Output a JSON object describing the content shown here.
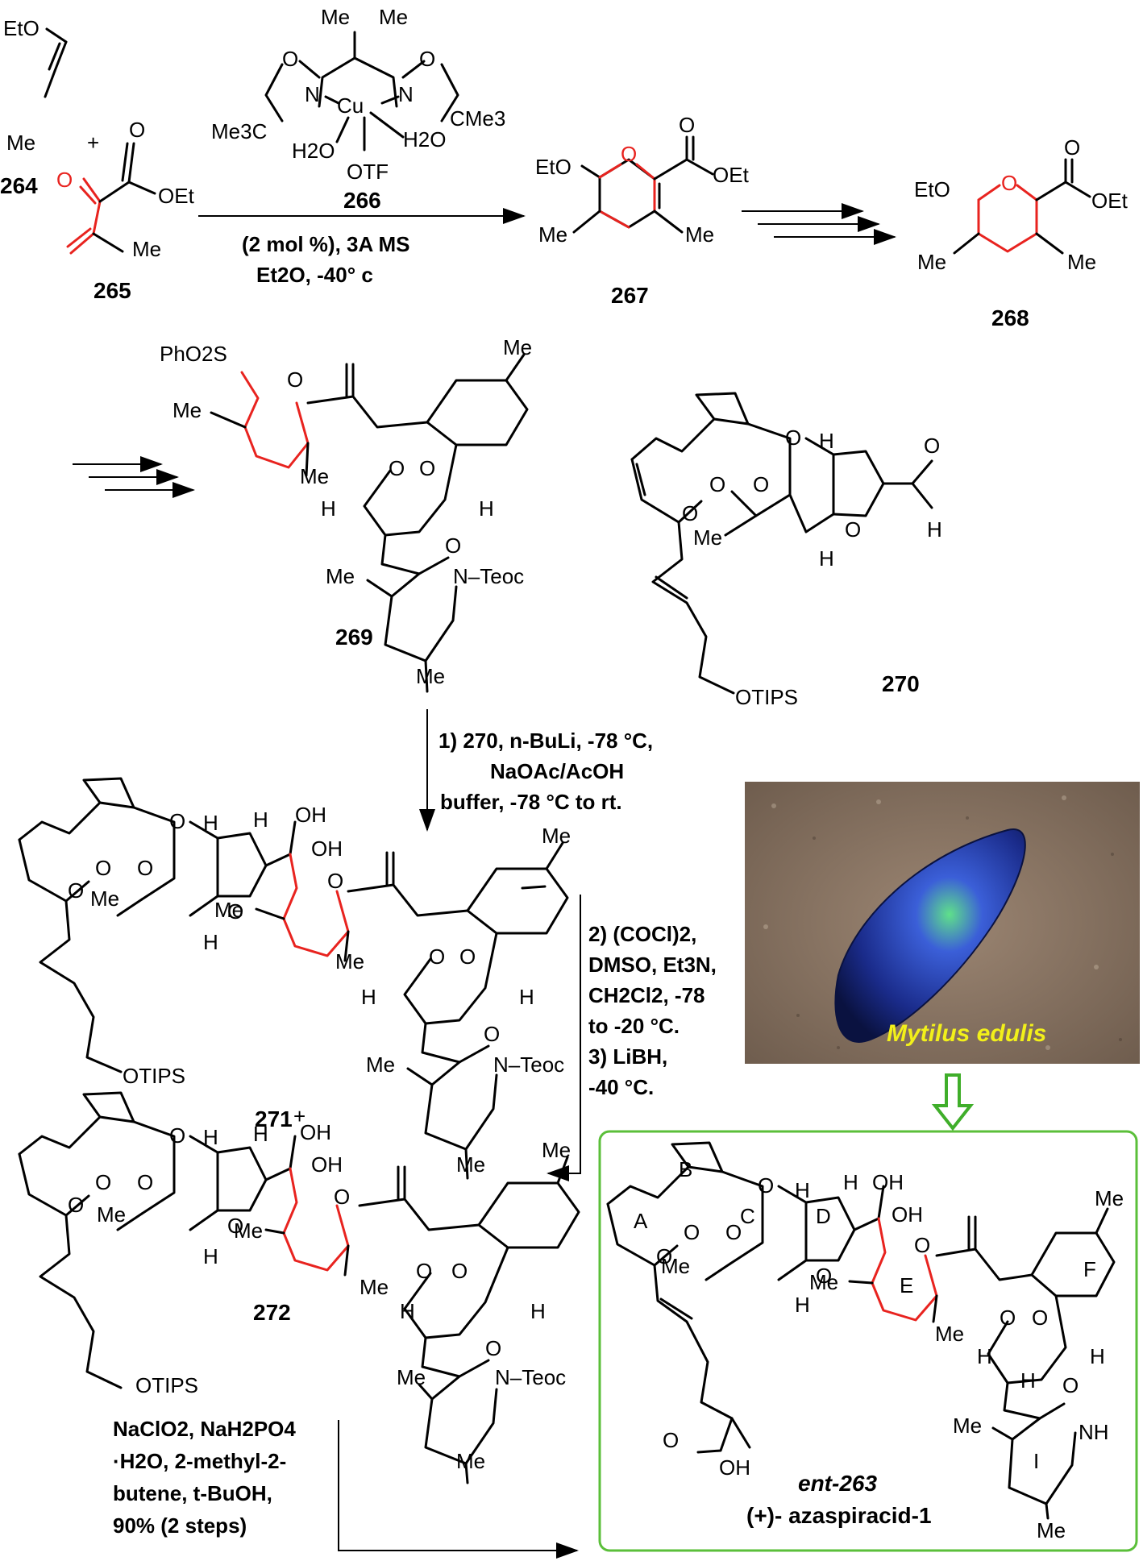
{
  "compounds": {
    "c264": {
      "number": "264",
      "label_eto": "EtO",
      "label_me": "Me"
    },
    "c265": {
      "number": "265",
      "label_o1": "O",
      "label_o2": "O",
      "label_oet": "OEt",
      "label_me": "Me"
    },
    "c266": {
      "number": "266",
      "me1": "Me",
      "me2": "Me",
      "o1": "O",
      "o2": "O",
      "n1": "N",
      "n2": "N",
      "cu": "Cu",
      "me3c": "Me3C",
      "cme3": "CMe3",
      "h2o1": "H2O",
      "h2o2": "H2O",
      "otf": "OTF"
    },
    "c267": {
      "number": "267",
      "eto": "EtO",
      "o_ring": "O",
      "o_carbonyl": "O",
      "oet": "OEt",
      "me1": "Me",
      "me2": "Me"
    },
    "c268": {
      "number": "268",
      "eto": "EtO",
      "o_ring": "O",
      "o_carbonyl": "O",
      "oet": "OEt",
      "me1": "Me",
      "me2": "Me"
    },
    "c269": {
      "number": "269",
      "pho2s": "PhO2S",
      "o": "O",
      "me1": "Me",
      "me2": "Me",
      "me3": "Me",
      "me4": "Me",
      "me5": "Me",
      "n_teoc": "N–Teoc",
      "h": "H"
    },
    "c270": {
      "number": "270",
      "otips": "OTIPS",
      "me": "Me",
      "h": "H",
      "o": "O"
    },
    "c271": {
      "number": "271",
      "otips": "OTIPS",
      "oh": "OH",
      "me": "Me",
      "h": "H",
      "o": "O",
      "n_teoc": "N–Teoc"
    },
    "c272": {
      "number": "272",
      "otips": "OTIPS",
      "oh": "OH",
      "plus": "+",
      "me": "Me",
      "h": "H",
      "o": "O",
      "n_teoc": "N–Teoc"
    },
    "ent263": {
      "number": "ent-263",
      "name": "(+)- azaspiracid-1",
      "ring_a": "A",
      "ring_b": "B",
      "ring_c": "C",
      "ring_d": "D",
      "ring_e": "E",
      "ring_f": "F",
      "ring_h": "H",
      "ring_i": "I",
      "oh": "OH",
      "o": "O",
      "me": "Me",
      "nh": "NH"
    }
  },
  "plus_sign": "+",
  "conditions": {
    "step1_line1": "(2 mol %), 3A MS",
    "step1_line2": "Et2O, -40° c",
    "step2_line1": "1) 270, n-BuLi, -78 °C,",
    "step2_line2": "NaOAc/AcOH",
    "step2_line3": "buffer, -78 °C to rt.",
    "step3_line1": "2) (COCl)2,",
    "step3_line2": "DMSO, Et3N,",
    "step3_line3": "CH2Cl2, -78",
    "step3_line4": "to -20 °C.",
    "step3_line5": "3) LiBH,",
    "step3_line6": "-40 °C.",
    "step4_line1": "NaClO2, NaH2PO4",
    "step4_line2": "·H2O, 2-methyl-2-",
    "step4_line3": "butene, t-BuOH,",
    "step4_line4": "90% (2 steps)"
  },
  "photo": {
    "caption": "Mytilus edulis"
  },
  "colors": {
    "highlight_red": "#e8231f",
    "box_green": "#5bbf3a",
    "arrow_green": "#3fae2a",
    "caption_yellow": "#f2f01a"
  }
}
